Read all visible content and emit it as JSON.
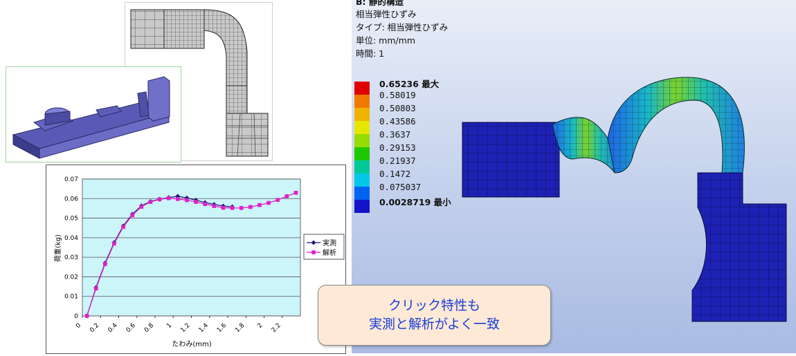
{
  "fea": {
    "title": "B: 静的構造",
    "result_name": "相当弾性ひずみ",
    "type_line": "タイプ: 相当弾性ひずみ",
    "unit_line": "単位: mm/mm",
    "time_line": "時間: 1",
    "legend": [
      {
        "label": "0.65236 最大",
        "color": "#e00000",
        "bold": true
      },
      {
        "label": "0.58019",
        "color": "#f07a00",
        "bold": false
      },
      {
        "label": "0.50803",
        "color": "#f0b400",
        "bold": false
      },
      {
        "label": "0.43586",
        "color": "#e6e600",
        "bold": false
      },
      {
        "label": "0.3637",
        "color": "#96dc00",
        "bold": false
      },
      {
        "label": "0.29153",
        "color": "#1ec800",
        "bold": false
      },
      {
        "label": "0.21937",
        "color": "#00c896",
        "bold": false
      },
      {
        "label": "0.1472",
        "color": "#00c8e6",
        "bold": false
      },
      {
        "label": "0.075037",
        "color": "#0064f0",
        "bold": false
      },
      {
        "label": "0.0028719 最小",
        "color": "#1414c8",
        "bold": true
      }
    ]
  },
  "callout": {
    "line1": "クリック特性も",
    "line2": "実測と解析がよく一致"
  },
  "chart_data": {
    "type": "line",
    "title": "",
    "xlabel": "たわみ(mm)",
    "ylabel": "荷重(kg)",
    "xlim": [
      0,
      2.4
    ],
    "ylim": [
      0,
      0.07
    ],
    "x_ticks": [
      "0",
      "0.2",
      "0.4",
      "0.6",
      "0.8",
      "1",
      "1.2",
      "1.4",
      "1.6",
      "1.8",
      "2",
      "2.2"
    ],
    "y_ticks": [
      "0",
      "0.01",
      "0.02",
      "0.03",
      "0.04",
      "0.05",
      "0.06",
      "0.07"
    ],
    "grid": true,
    "legend_position": "right",
    "series": [
      {
        "name": "実測",
        "color": "#1f1f7a",
        "marker": "diamond",
        "x": [
          0.05,
          0.15,
          0.25,
          0.35,
          0.45,
          0.55,
          0.65,
          0.75,
          0.85,
          0.95,
          1.05,
          1.15,
          1.25,
          1.35,
          1.45,
          1.55,
          1.65
        ],
        "y": [
          0,
          0.0145,
          0.027,
          0.0375,
          0.046,
          0.052,
          0.0563,
          0.0585,
          0.0597,
          0.0605,
          0.0612,
          0.0603,
          0.0592,
          0.058,
          0.057,
          0.0562,
          0.0558
        ]
      },
      {
        "name": "解析",
        "color": "#e020c8",
        "marker": "square",
        "x": [
          0.05,
          0.15,
          0.25,
          0.35,
          0.45,
          0.55,
          0.65,
          0.75,
          0.85,
          0.95,
          1.05,
          1.15,
          1.25,
          1.35,
          1.45,
          1.55,
          1.65,
          1.75,
          1.85,
          1.95,
          2.05,
          2.15,
          2.25,
          2.35
        ],
        "y": [
          0,
          0.014,
          0.0265,
          0.037,
          0.0455,
          0.0515,
          0.0558,
          0.0583,
          0.0596,
          0.0602,
          0.0598,
          0.0592,
          0.0583,
          0.0572,
          0.0562,
          0.0553,
          0.0552,
          0.0552,
          0.0557,
          0.0567,
          0.0578,
          0.0593,
          0.0612,
          0.063
        ]
      }
    ]
  }
}
